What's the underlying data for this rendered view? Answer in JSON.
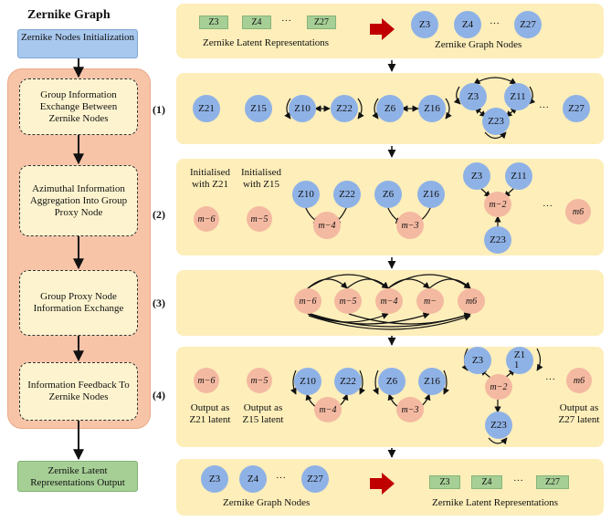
{
  "left": {
    "title": "Zernike Graph",
    "init": "Zernike Nodes Initialization",
    "steps": [
      "Group Information Exchange Between Zernike Nodes",
      "Azimuthal Information Aggregation Into Group Proxy Node",
      "Group Proxy Node Information Exchange",
      "Information Feedback To Zernike Nodes"
    ],
    "output": "Zernike Latent Representations Output"
  },
  "step_labels": [
    "(1)",
    "(2)",
    "(3)",
    "(4)"
  ],
  "ellipsis": "···",
  "top": {
    "pills": [
      "Z3",
      "Z4",
      "Z27"
    ],
    "pills_label": "Zernike Latent Representations",
    "nodes": [
      "Z3",
      "Z4",
      "Z27"
    ],
    "nodes_label": "Zernike Graph Nodes"
  },
  "row1": {
    "nodes": [
      "Z21",
      "Z15",
      "Z10",
      "Z22",
      "Z6",
      "Z16",
      "Z3",
      "Z11",
      "Z23",
      "Z27"
    ]
  },
  "row2": {
    "init1": "Initialised with Z21",
    "init2": "Initialised with Z15",
    "nodes": [
      "Z10",
      "Z22",
      "Z6",
      "Z16",
      "Z3",
      "Z11",
      "Z23"
    ],
    "proxies": [
      "m−6",
      "m−5",
      "m−4",
      "m−3",
      "m−2",
      "m6"
    ]
  },
  "row3": {
    "proxies": [
      "m−6",
      "m−5",
      "m−4",
      "m−",
      "m6"
    ]
  },
  "row4": {
    "proxies": [
      "m−6",
      "m−5",
      "m−4",
      "m−3",
      "m−2",
      "m6"
    ],
    "nodes": [
      "Z10",
      "Z22",
      "Z6",
      "Z16",
      "Z3",
      "Z1 1",
      "Z23"
    ],
    "out1": "Output as Z21 latent",
    "out2": "Output as Z15 latent",
    "out3": "Output as Z27 latent"
  },
  "bottom": {
    "nodes": [
      "Z3",
      "Z4",
      "Z27"
    ],
    "nodes_label": "Zernike Graph Nodes",
    "pills": [
      "Z3",
      "Z4",
      "Z27"
    ],
    "pills_label": "Zernike Latent Representations"
  },
  "colors": {
    "blue_node": "#8fb2e6",
    "proxy_node": "#f4b9a1",
    "panel": "#fdeeba",
    "red_arrow": "#c00000"
  }
}
